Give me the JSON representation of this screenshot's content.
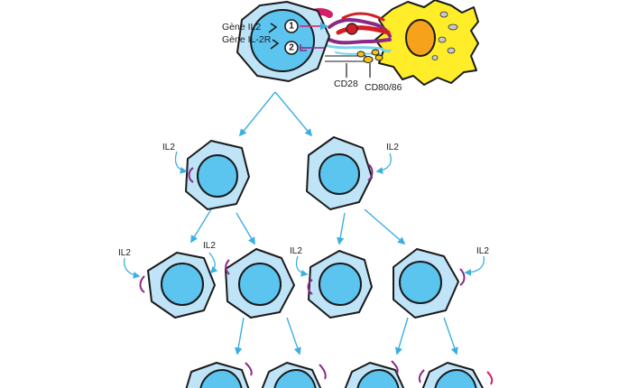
{
  "labels": {
    "gene_il2": "Gène IL2",
    "gene_il2r": "Gène IL-2R",
    "step1": "1",
    "step2": "2",
    "cd28": "CD28",
    "cd80_86": "CD80/86",
    "il2": "IL2"
  },
  "colors": {
    "cell_outer": "#bfe3f7",
    "cell_inner": "#5bc4ef",
    "outline": "#1a1a1a",
    "arrow": "#3ab0e2",
    "receptor": "#8b2a86",
    "apc": "#ffed2a",
    "apc_nucleus": "#f7a21b",
    "antigen": "#d11f25",
    "costim": "#f3c21e",
    "magenta": "#d31f6b"
  }
}
